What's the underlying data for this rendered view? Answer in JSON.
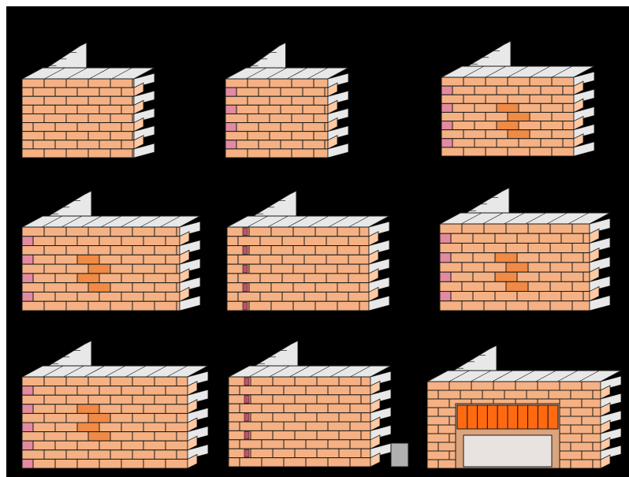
{
  "colors": {
    "background": "#000000",
    "frame": "#ffffff",
    "brick": "#f5b183",
    "brick_light": "#ffc9a3",
    "brick_accent": "#f08a45",
    "brick_red": "#c0506a",
    "brick_pink": "#e38aa0",
    "mortar": "#1a1a1a",
    "cap": "#e8e8e8",
    "cap_shadow": "#c8c8c8",
    "block_orange": "#ff6a10",
    "lintel": "#d9a47e",
    "opening": "#e8e2e0",
    "gray_block": "#b0b0b0"
  },
  "panels": [
    {
      "id": "panel-1",
      "variant": "plain"
    },
    {
      "id": "panel-2",
      "variant": "pink-corner"
    },
    {
      "id": "panel-3",
      "variant": "pink-corner-accent"
    },
    {
      "id": "panel-4",
      "variant": "pink-corner-accent"
    },
    {
      "id": "panel-5",
      "variant": "red-column"
    },
    {
      "id": "panel-6",
      "variant": "pink-corner-accent"
    },
    {
      "id": "panel-7",
      "variant": "pink-corner-accent"
    },
    {
      "id": "panel-8",
      "variant": "red-column-gray-block"
    },
    {
      "id": "panel-9",
      "variant": "opening-with-blocks"
    }
  ]
}
